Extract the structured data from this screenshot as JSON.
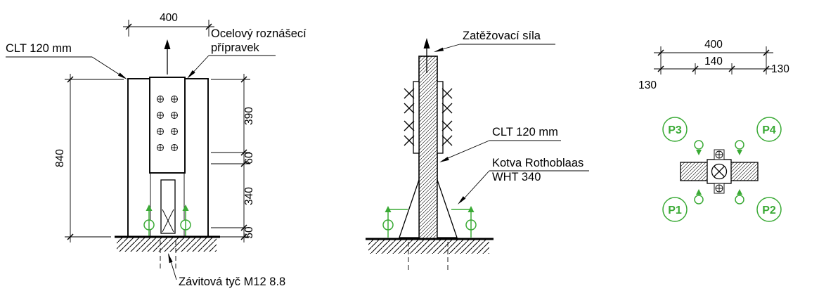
{
  "colors": {
    "line": "#000000",
    "sensor_green": "#3aaa35",
    "background": "#ffffff"
  },
  "front_view": {
    "clt_label": "CLT 120 mm",
    "fixture_label_line1": "Ocelový roznášecí",
    "fixture_label_line2": "přípravek",
    "rod_label": "Závitová tyč M12 8.8",
    "dim_width": "400",
    "dim_height": "840",
    "dim_upper": "390",
    "dim_mid": "60",
    "dim_lower": "340",
    "dim_base": "50"
  },
  "side_view": {
    "force_label": "Zatěžovací síla",
    "clt_label": "CLT 120 mm",
    "anchor_label_line1": "Kotva Rothoblaas",
    "anchor_label_line2": "WHT 340"
  },
  "plan_view": {
    "dim_width": "400",
    "dim_center": "140",
    "dim_left": "130",
    "dim_right": "130",
    "sensors": {
      "p1": "P1",
      "p2": "P2",
      "p3": "P3",
      "p4": "P4"
    }
  }
}
